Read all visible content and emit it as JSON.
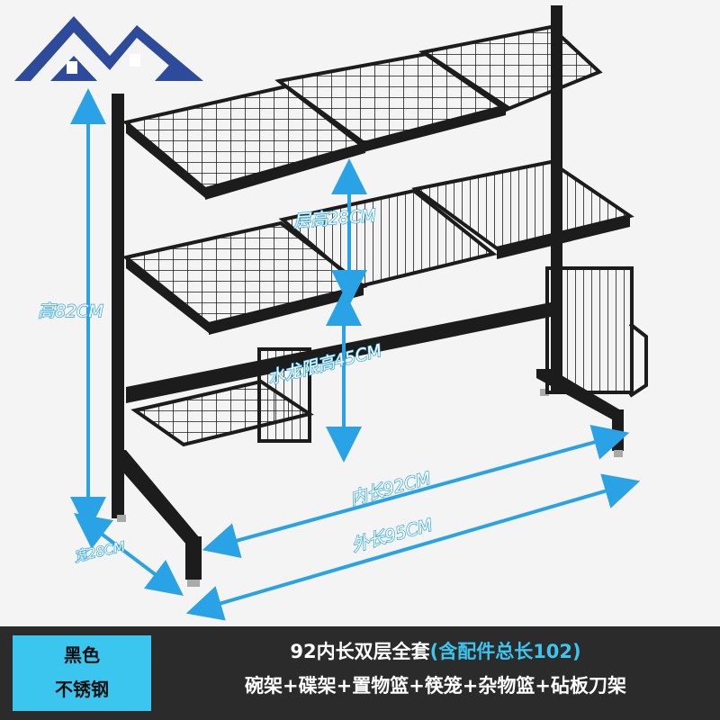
{
  "dimensions": {
    "height_total": "高82CM",
    "layer_height": "层高28CM",
    "faucet_limit": "水龙限高45CM",
    "inner_length": "内长92CM",
    "outer_length": "外长95CM",
    "width": "宽28CM"
  },
  "banner": {
    "color_line1": "黑色",
    "color_line2": "不锈钢",
    "title_main": "92内长双层全套",
    "title_highlight": "(含配件总长102)",
    "items": "碗架+碟架+置物篮+筷笼+杂物篮+砧板刀架"
  },
  "colors": {
    "accent_blue": "#3bc6f0",
    "dimension_blue": "#2aa3e6",
    "banner_dark": "#2b2b2b",
    "rack_black": "#1c1c1c",
    "logo_blue": "#2e4a9a"
  },
  "icons": [
    "house-roof-logo-icon",
    "dimension-arrow-icon"
  ]
}
